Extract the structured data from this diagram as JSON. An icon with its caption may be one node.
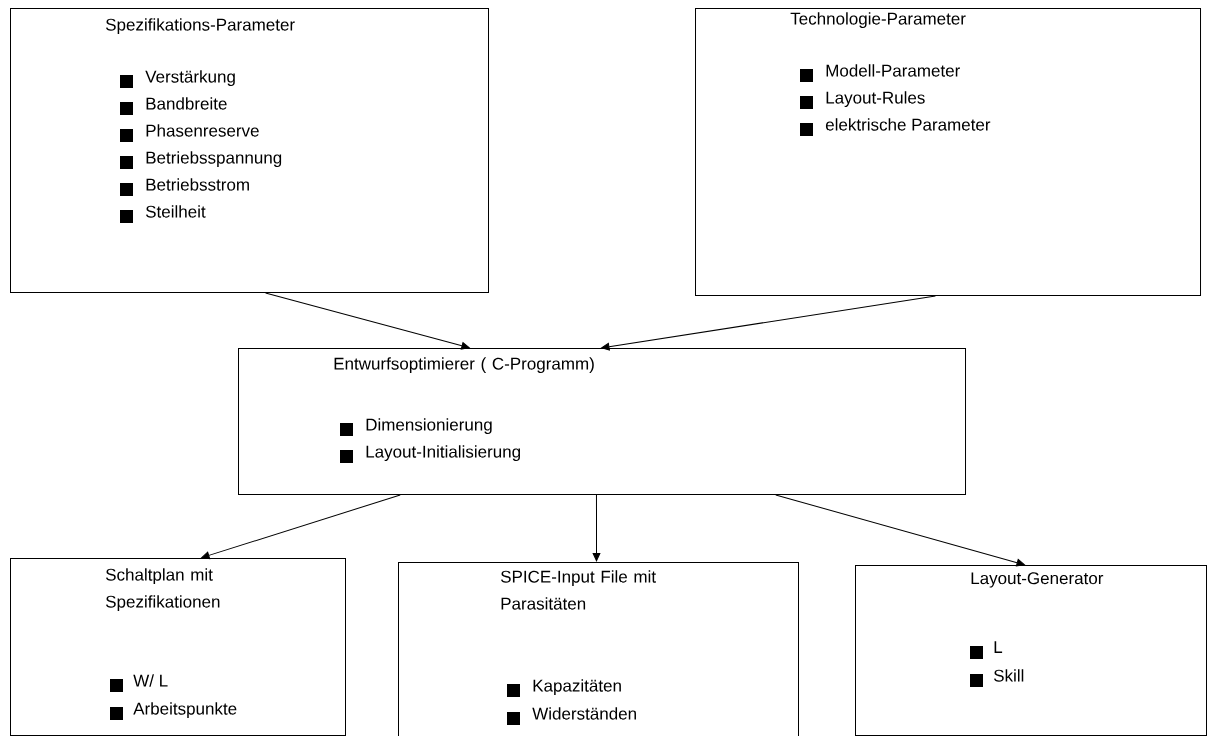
{
  "diagram": {
    "nodes": [
      {
        "text": [
          "Spezifikations-Parameter",
          "Verstärkung",
          "Bandbreite",
          "Phasenreserve",
          "Betriebsspannung",
          "Betriebsstrom",
          "Steilheit"
        ]
      },
      {
        "text": [
          "Technologie-Parameter",
          "Modell-Parameter",
          "Layout-Rules",
          "elektrische Parameter"
        ]
      },
      {
        "text": [
          "Entwurfsoptimierer ( C-Programm)",
          "Dimensionierung",
          "Layout-Initialisierung"
        ]
      },
      {
        "text": [
          "Schaltplan mit Spezifikationen",
          "W/ L",
          "Arbeitspunkte"
        ]
      },
      {
        "text": [
          "SPICE-Input File mit Parasitäten",
          "Kapazitäten",
          "Widerständen"
        ]
      },
      {
        "text": [
          "Layout-Generator",
          "L",
          "Skill"
        ]
      }
    ],
    "edges": [
      {
        "from": 0,
        "to": 2,
        "arrow": "to"
      },
      {
        "from": 1,
        "to": 2,
        "arrow": "to"
      },
      {
        "from": 2,
        "to": 3,
        "arrow": "to"
      },
      {
        "from": 2,
        "to": 4,
        "arrow": "to"
      },
      {
        "from": 2,
        "to": 5,
        "arrow": "to"
      }
    ]
  }
}
